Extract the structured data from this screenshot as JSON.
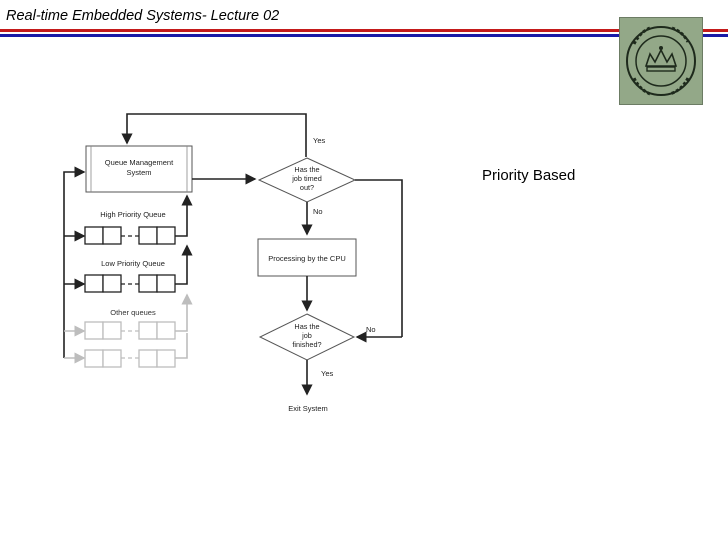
{
  "header": {
    "title": "Real-time Embedded  Systems- Lecture 02"
  },
  "colors": {
    "stripe_red": "#c41a1a",
    "stripe_blue": "#1a1aa6",
    "logo_bg": "#93a888",
    "logo_ink": "#1e2a1c"
  },
  "slide": {
    "label": "Priority Based"
  },
  "diagram": {
    "queue_management": [
      "Queue Management",
      "System"
    ],
    "high_priority_queue": "High Priority Queue",
    "low_priority_queue": "Low Priority Queue",
    "other_queues": "Other queues",
    "decision_timed_out": [
      "Has the",
      "job timed",
      "out?"
    ],
    "yes_top": "Yes",
    "no_middle": "No",
    "processing": "Processing by the CPU",
    "decision_finished": [
      "Has the",
      "job",
      "finished?"
    ],
    "no_right": "No",
    "yes_bottom": "Yes",
    "exit": "Exit System"
  }
}
